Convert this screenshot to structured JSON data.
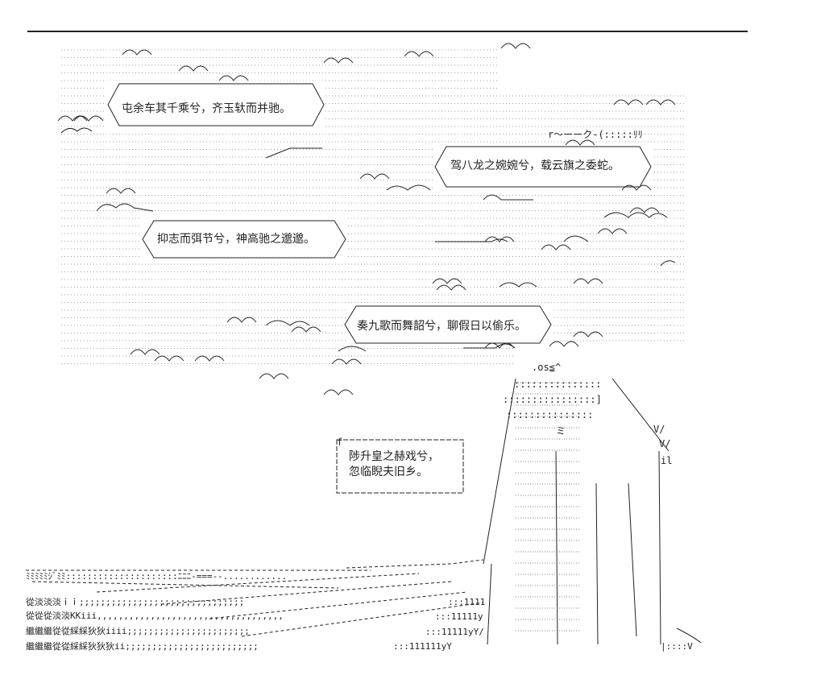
{
  "colors": {
    "ink": "#222222",
    "dots": "#555555",
    "paper": "#ffffff"
  },
  "captions": {
    "line1": "屯余车其千乘兮，齐玉轪而并驰。",
    "line2": "驾八龙之婉婉兮，载云旗之委蛇。",
    "line3": "抑志而弭节兮，神高驰之邈邈。",
    "line4": "奏九歌而舞韶兮，聊假日以偷乐。",
    "line5a": "陟升皇之赫戏兮，",
    "line5b": "忽临睨夫旧乡。"
  },
  "sky_glyphs": {
    "scallop": "⌒⌒⌒",
    "fragment_1": "r～ーーク-(:::::ﾘﾘ",
    "fragment_2": ".os≦^",
    "fragment_3": "f"
  },
  "figure_glyphs": {
    "col_1": ":::::::::::::::",
    "col_2": "::::::::::::::::]",
    "col_3": "ミ",
    "col_4": ":::::::::::::::",
    "col_5": "V/",
    "col_6": "V/",
    "col_7": "il"
  },
  "ground_glyphs": {
    "row_1": "ﾐﾐﾐﾐﾐｼﾞﾐﾐ:::::::::::::::::::::ﾆﾆﾆ-===--............",
    "row_2": "從淡淡淡ｉｉ;;;;;;;;;;;;;;;;;;;;;;;;;;;;;;;",
    "row_3": "從從從淡淡KKiii,,,,,,,,,,,,,,,,,,,,,,,,,,,,,,,,,,,",
    "row_4": "繼繼繼從從綵綵狄狄iiii;;;;;;;;;;;;;;;;;;;;;;;",
    "row_5": "繼繼繼從從綵綵狄狄狄ii;;;;;;;;;;;;;;;;;;;;;;;;;",
    "row_6": ":::1111",
    "row_7": ":::11111y",
    "row_8": ":::11111yY/",
    "row_9": ":::111111yY",
    "tail": "|::::V"
  }
}
